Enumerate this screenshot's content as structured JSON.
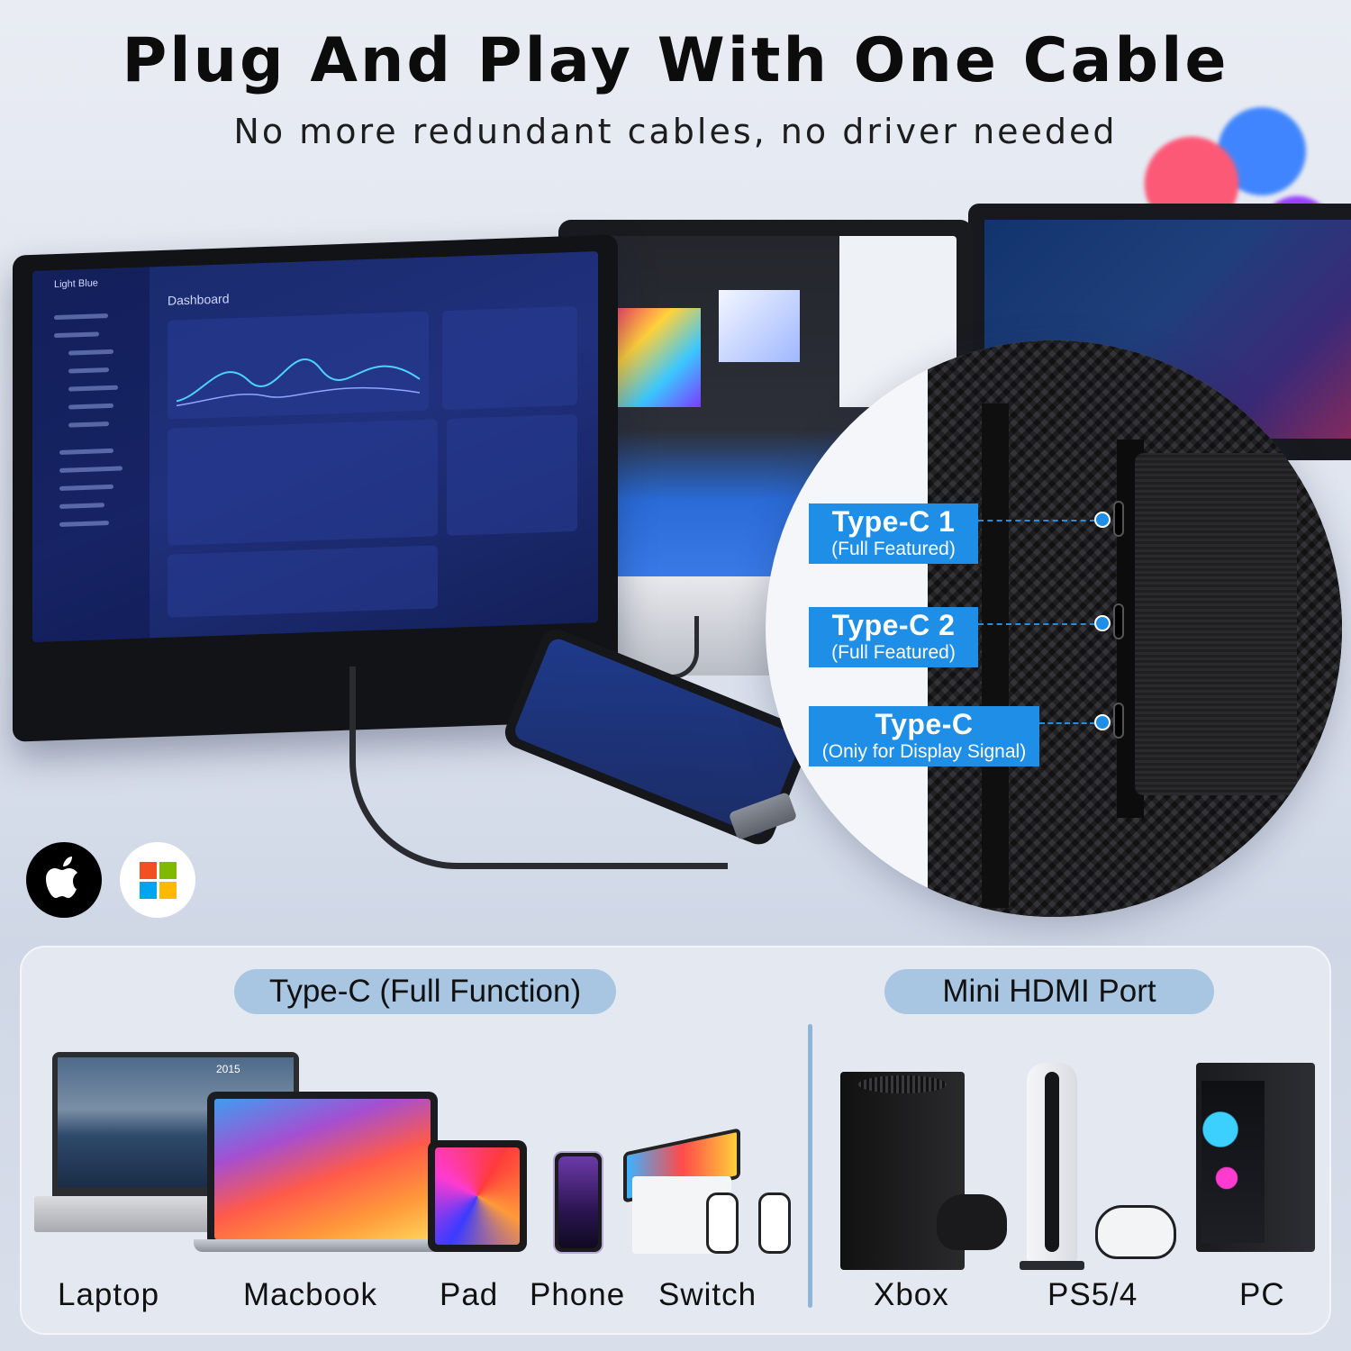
{
  "headline": "Plug And Play With One Cable",
  "subheadline": "No more redundant cables, no driver needed",
  "hero": {
    "dashboard_brand": "Light Blue",
    "dashboard_title": "Dashboard"
  },
  "ports": [
    {
      "title": "Type-C 1",
      "detail": "(Full Featured)"
    },
    {
      "title": "Type-C 2",
      "detail": "(Full Featured)"
    },
    {
      "title": "Type-C",
      "detail": "(Oniy for Display Signal)"
    }
  ],
  "os_support": [
    {
      "icon": "apple-logo-icon"
    },
    {
      "icon": "windows-logo-icon",
      "colors": [
        "#f25022",
        "#7fba00",
        "#00a4ef",
        "#ffb900"
      ]
    }
  ],
  "compatibility": {
    "typec_heading": "Type-C (Full Function)",
    "hdmi_heading": "Mini HDMI Port",
    "typec_devices": [
      "Laptop",
      "Macbook",
      "Pad",
      "Phone",
      "Switch"
    ],
    "hdmi_devices": [
      "Xbox",
      "PS5/4",
      "PC"
    ],
    "laptop_screen_text": "2015"
  },
  "colors": {
    "accent": "#1e8ee6",
    "pill": "#a8c5e2",
    "panel": "#e3e8f1"
  }
}
